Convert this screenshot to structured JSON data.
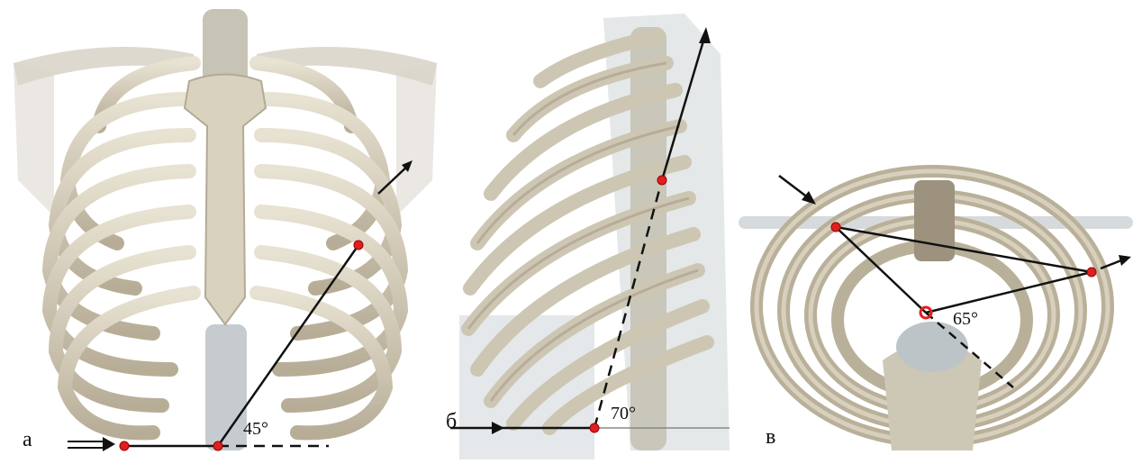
{
  "panels": [
    {
      "label": "а",
      "angle": "45°"
    },
    {
      "label": "б",
      "angle": "70°"
    },
    {
      "label": "в",
      "angle": "65°"
    }
  ],
  "colors": {
    "bone": "#d8d1bf",
    "bone_shade": "#a99f8a",
    "cartilage": "#c9cfd2",
    "line": "#111111",
    "point": "#e02020"
  }
}
